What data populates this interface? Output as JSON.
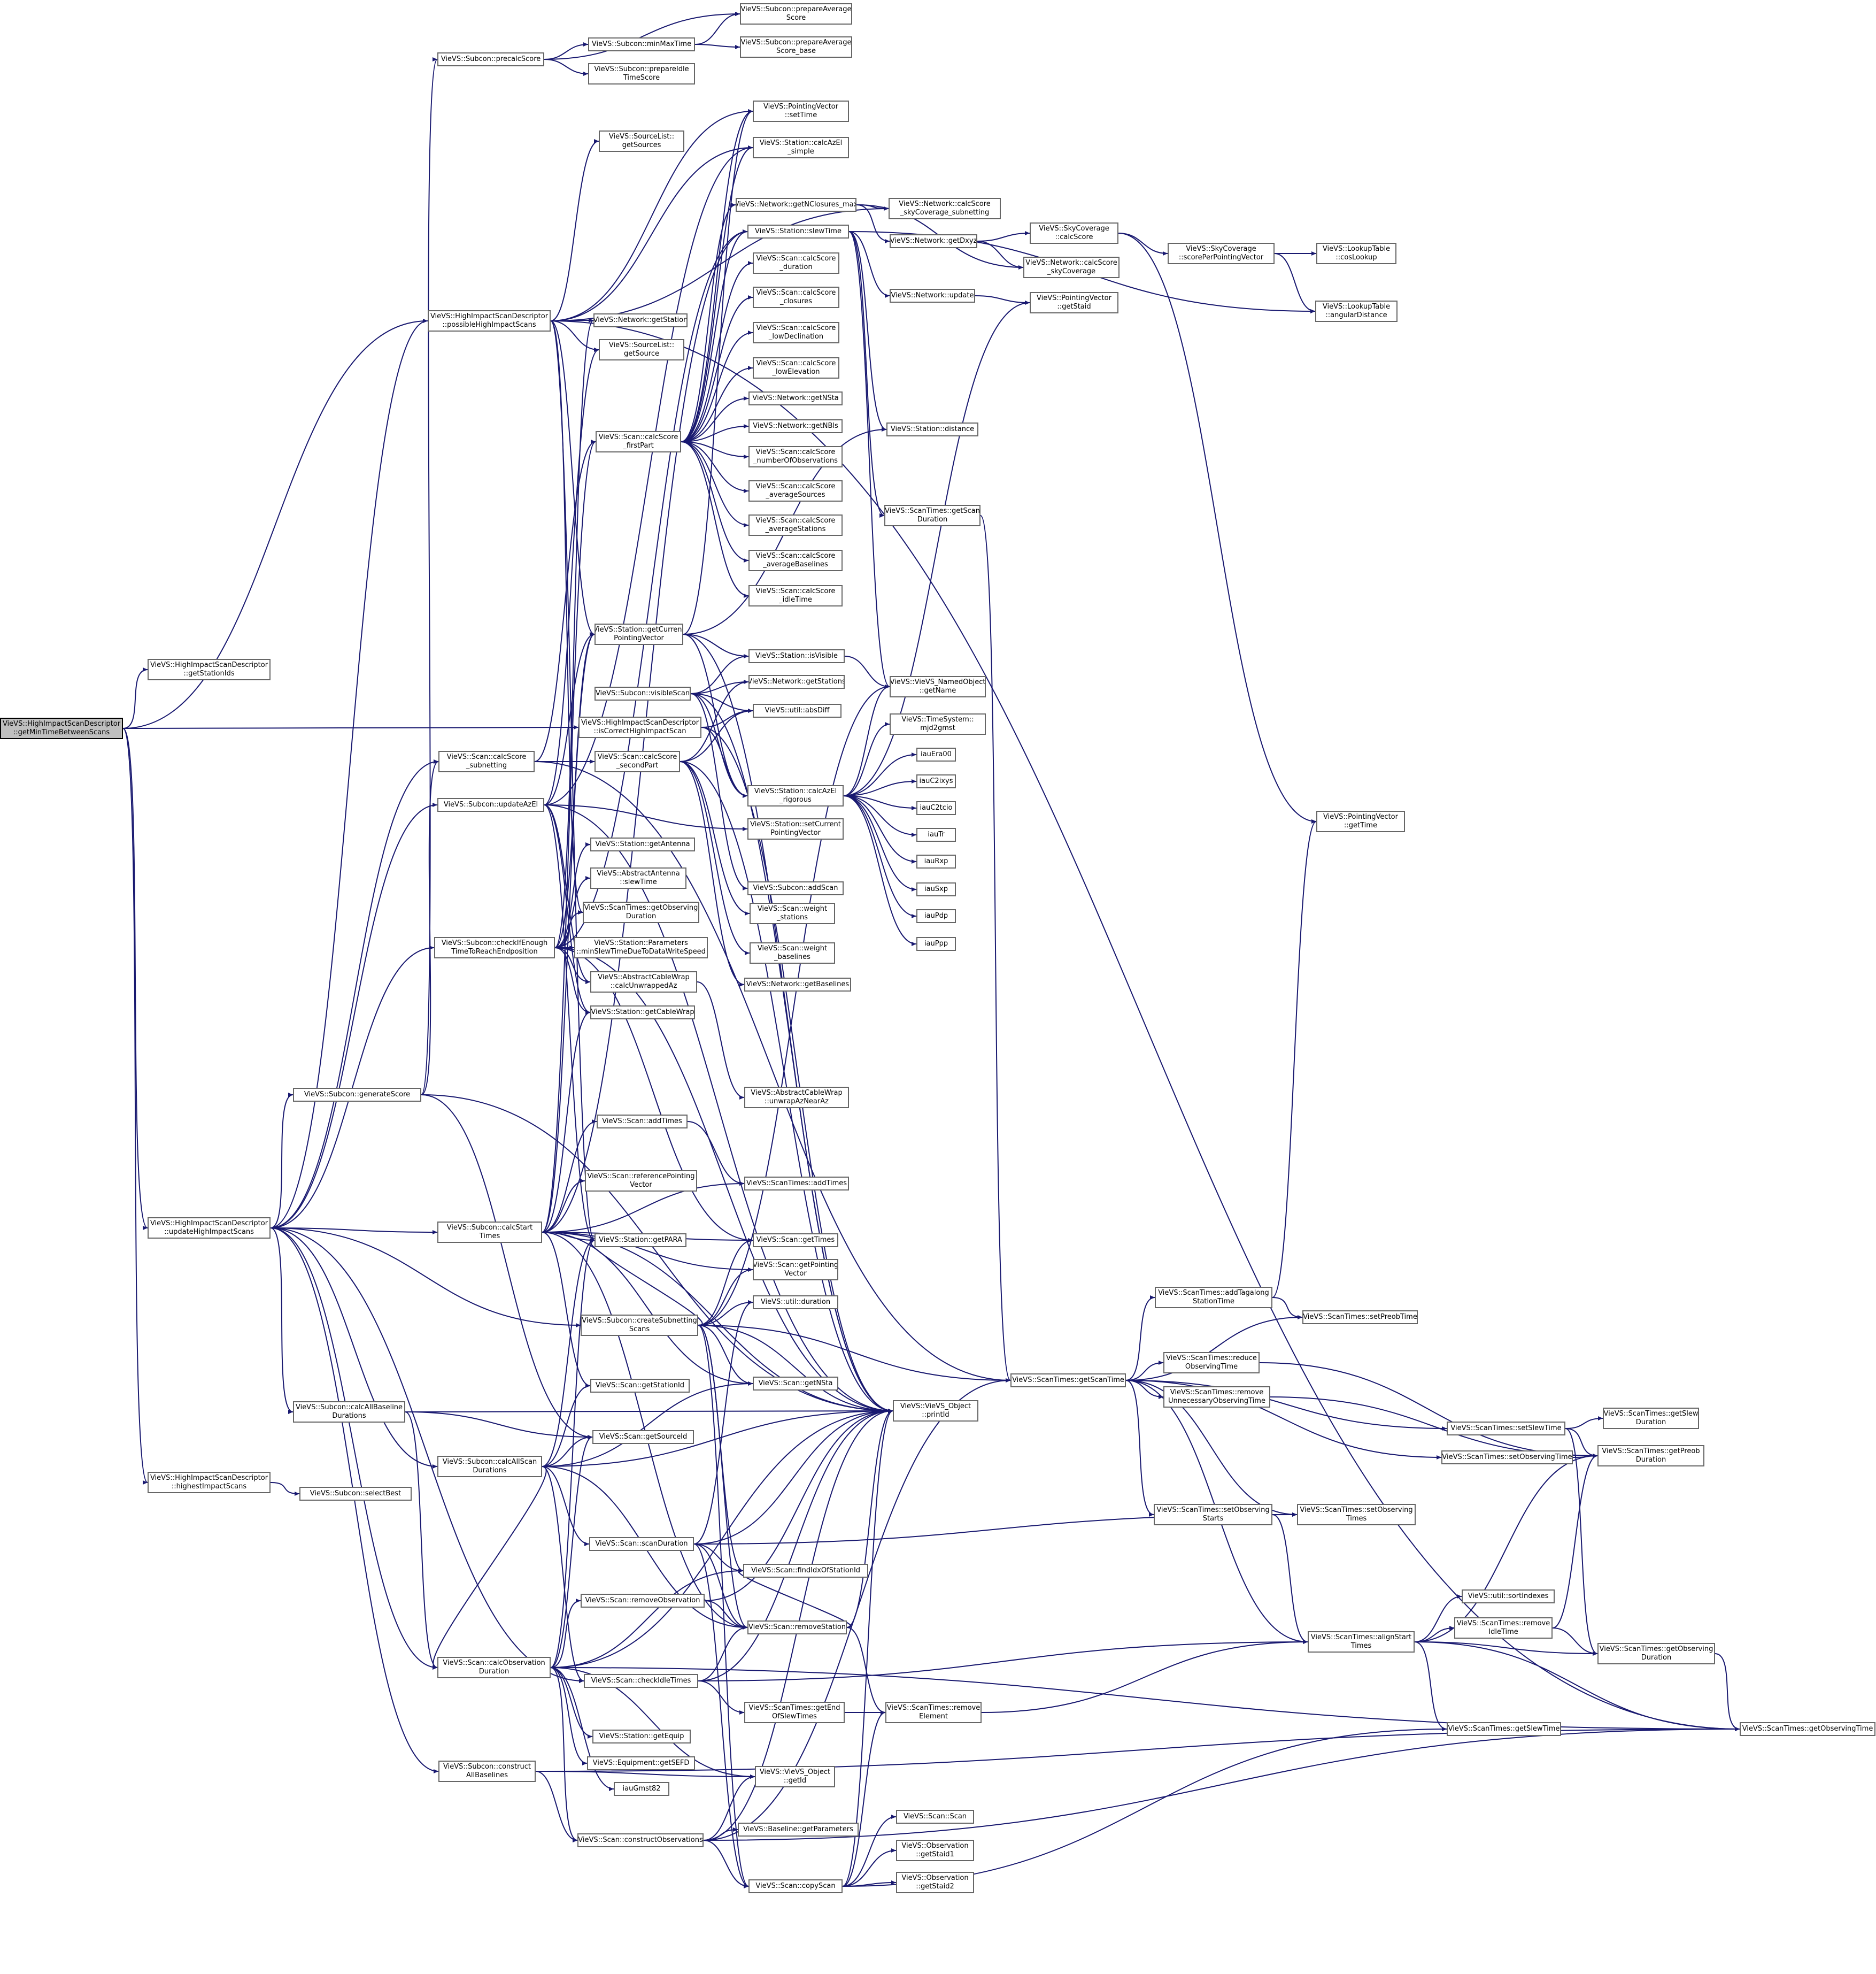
{
  "diagram": {
    "colors": {
      "edge": "#191970",
      "node_border": "#666666",
      "node_fill": "#ffffff",
      "root_fill": "#bfbfbf",
      "text": "#000000"
    },
    "nodes": [
      {
        "id": "root",
        "label": "VieVS::HighImpactScanDescriptor\n::getMinTimeBetweenScans",
        "root": true
      },
      {
        "id": "getStationIds",
        "label": "VieVS::HighImpactScanDescriptor\n::getStationIds"
      },
      {
        "id": "possibleHIS",
        "label": "VieVS::HighImpactScanDescriptor\n::possibleHighImpactScans"
      },
      {
        "id": "updateHIS",
        "label": "VieVS::HighImpactScanDescriptor\n::updateHighImpactScans"
      },
      {
        "id": "highestHIS",
        "label": "VieVS::HighImpactScanDescriptor\n::highestImpactScans"
      },
      {
        "id": "isCorrect",
        "label": "VieVS::HighImpactScanDescriptor\n::isCorrectHighImpactScan"
      },
      {
        "id": "precalcScore",
        "label": "VieVS::Subcon::precalcScore"
      },
      {
        "id": "minMaxTime",
        "label": "VieVS::Subcon::minMaxTime"
      },
      {
        "id": "prepAvgScore",
        "label": "VieVS::Subcon::prepareAverage\nScore"
      },
      {
        "id": "prepAvgScoreBase",
        "label": "VieVS::Subcon::prepareAverage\nScore_base"
      },
      {
        "id": "prepIdle",
        "label": "VieVS::Subcon::prepareIdle\nTimeScore"
      },
      {
        "id": "pvSetTime",
        "label": "VieVS::PointingVector\n::setTime"
      },
      {
        "id": "calcAzElSimple",
        "label": "VieVS::Station::calcAzEl\n_simple"
      },
      {
        "id": "getSources",
        "label": "VieVS::SourceList::\ngetSources"
      },
      {
        "id": "getNClosuresMax",
        "label": "VieVS::Network::getNClosures_max"
      },
      {
        "id": "skyCovSub",
        "label": "VieVS::Network::calcScore\n_skyCoverage_subnetting"
      },
      {
        "id": "slewTime",
        "label": "VieVS::Station::slewTime"
      },
      {
        "id": "getDxyz",
        "label": "VieVS::Network::getDxyz"
      },
      {
        "id": "skyCovCalc",
        "label": "VieVS::SkyCoverage\n::calcScore"
      },
      {
        "id": "scorePerPV",
        "label": "VieVS::SkyCoverage\n::scorePerPointingVector"
      },
      {
        "id": "cosLookup",
        "label": "VieVS::LookupTable\n::cosLookup"
      },
      {
        "id": "netSkyCov",
        "label": "VieVS::Network::calcScore\n_skyCoverage"
      },
      {
        "id": "scDuration",
        "label": "VieVS::Scan::calcScore\n_duration"
      },
      {
        "id": "netUpdate",
        "label": "VieVS::Network::update"
      },
      {
        "id": "pvGetStaid",
        "label": "VieVS::PointingVector\n::getStaid"
      },
      {
        "id": "angDist",
        "label": "VieVS::LookupTable\n::angularDistance"
      },
      {
        "id": "scClosures",
        "label": "VieVS::Scan::calcScore\n_closures"
      },
      {
        "id": "netGetStation",
        "label": "VieVS::Network::getStation"
      },
      {
        "id": "slGetSource",
        "label": "VieVS::SourceList::\ngetSource"
      },
      {
        "id": "scLowDec",
        "label": "VieVS::Scan::calcScore\n_lowDeclination"
      },
      {
        "id": "scLowEl",
        "label": "VieVS::Scan::calcScore\n_lowElevation"
      },
      {
        "id": "netGetNSta",
        "label": "VieVS::Network::getNSta"
      },
      {
        "id": "scFirstPart",
        "label": "VieVS::Scan::calcScore\n_firstPart"
      },
      {
        "id": "netGetNBls",
        "label": "VieVS::Network::getNBls"
      },
      {
        "id": "staDistance",
        "label": "VieVS::Station::distance"
      },
      {
        "id": "scNumObs",
        "label": "VieVS::Scan::calcScore\n_numberOfObservations"
      },
      {
        "id": "scAvgSrc",
        "label": "VieVS::Scan::calcScore\n_averageSources"
      },
      {
        "id": "stGetScanDur",
        "label": "VieVS::ScanTimes::getScan\nDuration"
      },
      {
        "id": "scAvgSta",
        "label": "VieVS::Scan::calcScore\n_averageStations"
      },
      {
        "id": "scAvgBl",
        "label": "VieVS::Scan::calcScore\n_averageBaselines"
      },
      {
        "id": "scIdle",
        "label": "VieVS::Scan::calcScore\n_idleTime"
      },
      {
        "id": "staGetCurPV",
        "label": "VieVS::Station::getCurrent\nPointingVector"
      },
      {
        "id": "staIsVisible",
        "label": "VieVS::Station::isVisible"
      },
      {
        "id": "namedGetName",
        "label": "VieVS::VieVS_NamedObject\n::getName"
      },
      {
        "id": "visibleScan",
        "label": "VieVS::Subcon::visibleScan"
      },
      {
        "id": "netGetStations",
        "label": "VieVS::Network::getStations"
      },
      {
        "id": "utilAbsDiff",
        "label": "VieVS::util::absDiff"
      },
      {
        "id": "mjd2gmst",
        "label": "VieVS::TimeSystem::\nmjd2gmst"
      },
      {
        "id": "scCalcScoreSub",
        "label": "VieVS::Scan::calcScore\n_subnetting"
      },
      {
        "id": "scSecondPart",
        "label": "VieVS::Scan::calcScore\n_secondPart"
      },
      {
        "id": "iauEra00",
        "label": "iauEra00"
      },
      {
        "id": "updateAzEl",
        "label": "VieVS::Subcon::updateAzEl"
      },
      {
        "id": "calcAzElRig",
        "label": "VieVS::Station::calcAzEl\n_rigorous"
      },
      {
        "id": "iauC2ixys",
        "label": "iauC2ixys"
      },
      {
        "id": "iauC2tcio",
        "label": "iauC2tcio"
      },
      {
        "id": "staSetCurPV",
        "label": "VieVS::Station::setCurrent\nPointingVector"
      },
      {
        "id": "pvGetTime",
        "label": "VieVS::PointingVector\n::getTime"
      },
      {
        "id": "iauTr",
        "label": "iauTr"
      },
      {
        "id": "staGetAntenna",
        "label": "VieVS::Station::getAntenna"
      },
      {
        "id": "iauRxp",
        "label": "iauRxp"
      },
      {
        "id": "absAntSlew",
        "label": "VieVS::AbstractAntenna\n::slewTime"
      },
      {
        "id": "subAddScan",
        "label": "VieVS::Subcon::addScan"
      },
      {
        "id": "iauSxp",
        "label": "iauSxp"
      },
      {
        "id": "stGetObsDur1",
        "label": "VieVS::ScanTimes::getObserving\nDuration"
      },
      {
        "id": "scWeightSta",
        "label": "VieVS::Scan::weight\n_stations"
      },
      {
        "id": "iauPdp",
        "label": "iauPdp"
      },
      {
        "id": "checkIfEnough",
        "label": "VieVS::Subcon::checkIfEnough\nTimeToReachEndposition"
      },
      {
        "id": "staParamsMinSlew",
        "label": "VieVS::Station::Parameters\n::minSlewTimeDueToDataWriteSpeed"
      },
      {
        "id": "scWeightBl",
        "label": "VieVS::Scan::weight\n_baselines"
      },
      {
        "id": "iauPpp",
        "label": "iauPpp"
      },
      {
        "id": "acwCalcUnwrapped",
        "label": "VieVS::AbstractCableWrap\n::calcUnwrappedAz"
      },
      {
        "id": "netGetBaselines",
        "label": "VieVS::Network::getBaselines"
      },
      {
        "id": "staGetCableWrap",
        "label": "VieVS::Station::getCableWrap"
      },
      {
        "id": "generateScore",
        "label": "VieVS::Subcon::generateScore"
      },
      {
        "id": "acwUnwrapNear",
        "label": "VieVS::AbstractCableWrap\n::unwrapAzNearAz"
      },
      {
        "id": "scAddTimes",
        "label": "VieVS::Scan::addTimes"
      },
      {
        "id": "stAddTimes",
        "label": "VieVS::ScanTimes::addTimes"
      },
      {
        "id": "scRefPV",
        "label": "VieVS::Scan::referencePointing\nVector"
      },
      {
        "id": "calcStartTimes",
        "label": "VieVS::Subcon::calcStart\nTimes"
      },
      {
        "id": "staGetPARA",
        "label": "VieVS::Station::getPARA"
      },
      {
        "id": "scGetTimes",
        "label": "VieVS::Scan::getTimes"
      },
      {
        "id": "scGetPV",
        "label": "VieVS::Scan::getPointing\nVector"
      },
      {
        "id": "stAddTagalong",
        "label": "VieVS::ScanTimes::addTagalong\nStationTime"
      },
      {
        "id": "utilDuration",
        "label": "VieVS::util::duration"
      },
      {
        "id": "createSubScans",
        "label": "VieVS::Subcon::createSubnetting\nScans"
      },
      {
        "id": "stSetPreobTime",
        "label": "VieVS::ScanTimes::setPreobTime"
      },
      {
        "id": "stReduceObs",
        "label": "VieVS::ScanTimes::reduce\nObservingTime"
      },
      {
        "id": "stGetScanTime",
        "label": "VieVS::ScanTimes::getScanTime"
      },
      {
        "id": "scGetStationId",
        "label": "VieVS::Scan::getStationId"
      },
      {
        "id": "scGetNSta",
        "label": "VieVS::Scan::getNSta"
      },
      {
        "id": "stRemoveUnnecessary",
        "label": "VieVS::ScanTimes::remove\nUnnecessaryObservingTime"
      },
      {
        "id": "calcAllBl",
        "label": "VieVS::Subcon::calcAllBaseline\nDurations"
      },
      {
        "id": "objPrintId",
        "label": "VieVS::VieVS_Object\n::printId"
      },
      {
        "id": "stGetSlewDur",
        "label": "VieVS::ScanTimes::getSlew\nDuration"
      },
      {
        "id": "stSetSlewTime",
        "label": "VieVS::ScanTimes::setSlewTime"
      },
      {
        "id": "scGetSourceId",
        "label": "VieVS::Scan::getSourceId"
      },
      {
        "id": "stGetPreobDur",
        "label": "VieVS::ScanTimes::getPreob\nDuration"
      },
      {
        "id": "stSetObsTime",
        "label": "VieVS::ScanTimes::setObservingTime"
      },
      {
        "id": "calcAllScanDur",
        "label": "VieVS::Subcon::calcAllScan\nDurations"
      },
      {
        "id": "subSelectBest",
        "label": "VieVS::Subcon::selectBest"
      },
      {
        "id": "stSetObsStarts",
        "label": "VieVS::ScanTimes::setObserving\nStarts"
      },
      {
        "id": "stSetObsTimes",
        "label": "VieVS::ScanTimes::setObserving\nTimes"
      },
      {
        "id": "scScanDuration",
        "label": "VieVS::Scan::scanDuration"
      },
      {
        "id": "scFindIdx",
        "label": "VieVS::Scan::findIdxOfStationId"
      },
      {
        "id": "utilSortIdx",
        "label": "VieVS::util::sortIndexes"
      },
      {
        "id": "scRemoveObs",
        "label": "VieVS::Scan::removeObservation"
      },
      {
        "id": "stRemoveIdle",
        "label": "VieVS::ScanTimes::remove\nIdleTime"
      },
      {
        "id": "scRemoveSta",
        "label": "VieVS::Scan::removeStation"
      },
      {
        "id": "stAlignStart",
        "label": "VieVS::ScanTimes::alignStart\nTimes"
      },
      {
        "id": "stGetObsDur2",
        "label": "VieVS::ScanTimes::getObserving\nDuration"
      },
      {
        "id": "scCalcObsDur",
        "label": "VieVS::Scan::calcObservation\nDuration"
      },
      {
        "id": "scCheckIdle",
        "label": "VieVS::Scan::checkIdleTimes"
      },
      {
        "id": "stGetEndSlew",
        "label": "VieVS::ScanTimes::getEnd\nOfSlewTimes"
      },
      {
        "id": "stRemoveElem",
        "label": "VieVS::ScanTimes::remove\nElement"
      },
      {
        "id": "stGetSlewTime",
        "label": "VieVS::ScanTimes::getSlewTime"
      },
      {
        "id": "stGetObsTime",
        "label": "VieVS::ScanTimes::getObservingTime"
      },
      {
        "id": "staGetEquip",
        "label": "VieVS::Station::getEquip"
      },
      {
        "id": "eqGetSEFD",
        "label": "VieVS::Equipment::getSEFD"
      },
      {
        "id": "subConstructBl",
        "label": "VieVS::Subcon::construct\nAllBaselines"
      },
      {
        "id": "iauGmst82",
        "label": "iauGmst82"
      },
      {
        "id": "objGetId",
        "label": "VieVS::VieVS_Object\n::getId"
      },
      {
        "id": "scScan",
        "label": "VieVS::Scan::Scan"
      },
      {
        "id": "blGetParams",
        "label": "VieVS::Baseline::getParameters"
      },
      {
        "id": "scConstructObs",
        "label": "VieVS::Scan::constructObservations"
      },
      {
        "id": "obsGetStaid1",
        "label": "VieVS::Observation\n::getStaid1"
      },
      {
        "id": "scCopyScan",
        "label": "VieVS::Scan::copyScan"
      },
      {
        "id": "obsGetStaid2",
        "label": "VieVS::Observation\n::getStaid2"
      }
    ]
  }
}
